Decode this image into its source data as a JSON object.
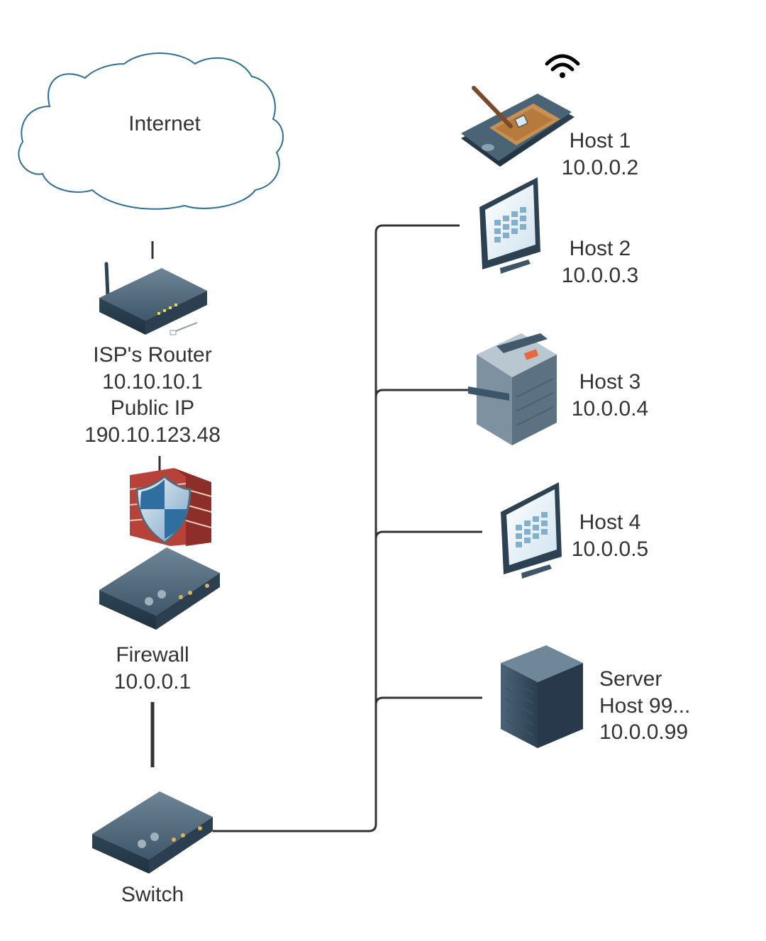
{
  "internet": {
    "label": "Internet"
  },
  "isp_router": {
    "lines": [
      "ISP's Router",
      "10.10.10.1",
      "Public IP",
      "190.10.123.48"
    ]
  },
  "firewall": {
    "lines": [
      "Firewall",
      "10.0.0.1"
    ]
  },
  "switch": {
    "label": "Switch"
  },
  "hosts": [
    {
      "name": "Host 1",
      "ip": "10.0.0.2",
      "icon": "tablet-pda-icon",
      "wireless": true
    },
    {
      "name": "Host 2",
      "ip": "10.0.0.3",
      "icon": "desktop-monitor-icon"
    },
    {
      "name": "Host 3",
      "ip": "10.0.0.4",
      "icon": "printer-copier-icon"
    },
    {
      "name": "Host 4",
      "ip": "10.0.0.5",
      "icon": "desktop-monitor-icon"
    }
  ],
  "server": {
    "lines": [
      "Server",
      "Host 99...",
      "10.0.0.99"
    ],
    "icon": "server-icon"
  },
  "colors": {
    "text": "#333333",
    "line": "#333333",
    "cloud_stroke": "#2a7194",
    "device": "#3d5568"
  }
}
